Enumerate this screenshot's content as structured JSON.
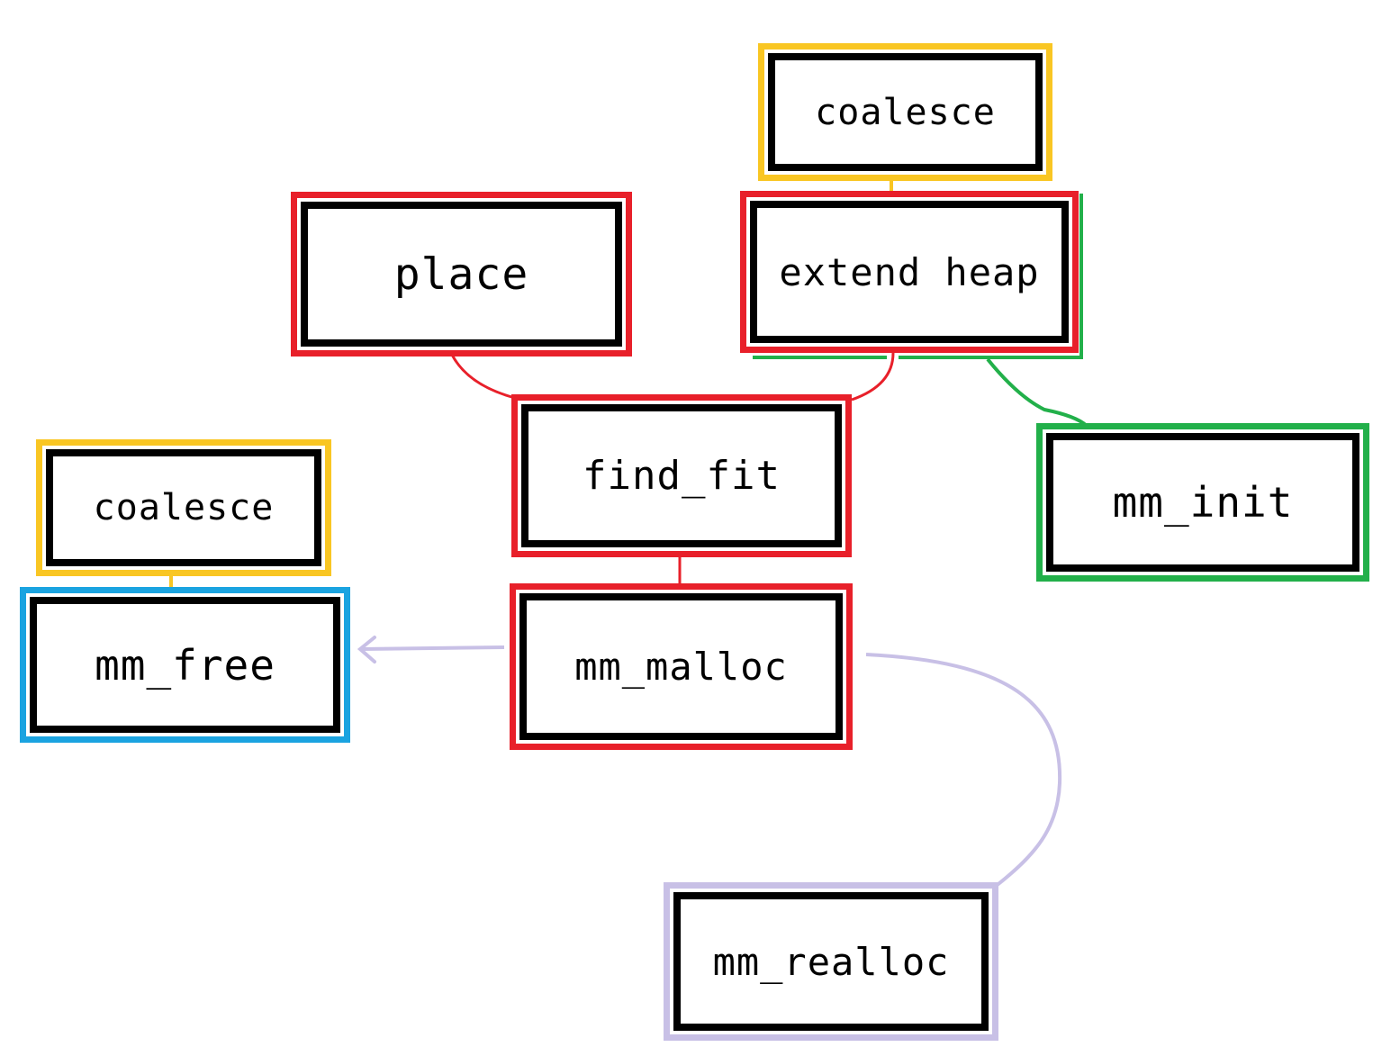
{
  "diagram": {
    "nodes": [
      {
        "id": "coalesce_top",
        "label": "coalesce",
        "color": "#f9c623"
      },
      {
        "id": "place",
        "label": "place",
        "color": "#e8202a"
      },
      {
        "id": "extend_heap",
        "label": "extend heap",
        "color": "#e8202a"
      },
      {
        "id": "find_fit",
        "label": "find_fit",
        "color": "#e8202a"
      },
      {
        "id": "mm_init",
        "label": "mm_init",
        "color": "#22b04a"
      },
      {
        "id": "coalesce_left",
        "label": "coalesce",
        "color": "#f9c623"
      },
      {
        "id": "mm_free",
        "label": "mm_free",
        "color": "#1aa3e0"
      },
      {
        "id": "mm_malloc",
        "label": "mm_malloc",
        "color": "#e8202a"
      },
      {
        "id": "mm_realloc",
        "label": "mm_realloc",
        "color": "#c8c0e6"
      }
    ],
    "edges": [
      {
        "from": "coalesce_top",
        "to": "extend_heap",
        "color": "#f9c623"
      },
      {
        "from": "place",
        "to": "find_fit",
        "color": "#e8202a"
      },
      {
        "from": "extend_heap",
        "to": "find_fit",
        "color": "#e8202a"
      },
      {
        "from": "extend_heap",
        "to": "mm_init",
        "color": "#22b04a"
      },
      {
        "from": "find_fit",
        "to": "mm_malloc",
        "color": "#e8202a"
      },
      {
        "from": "coalesce_left",
        "to": "mm_free",
        "color": "#f9c623"
      },
      {
        "from": "mm_malloc",
        "to": "mm_free",
        "color": "#c8c0e6",
        "arrow": true
      },
      {
        "from": "mm_malloc",
        "to": "mm_realloc",
        "color": "#c8c0e6"
      }
    ]
  }
}
